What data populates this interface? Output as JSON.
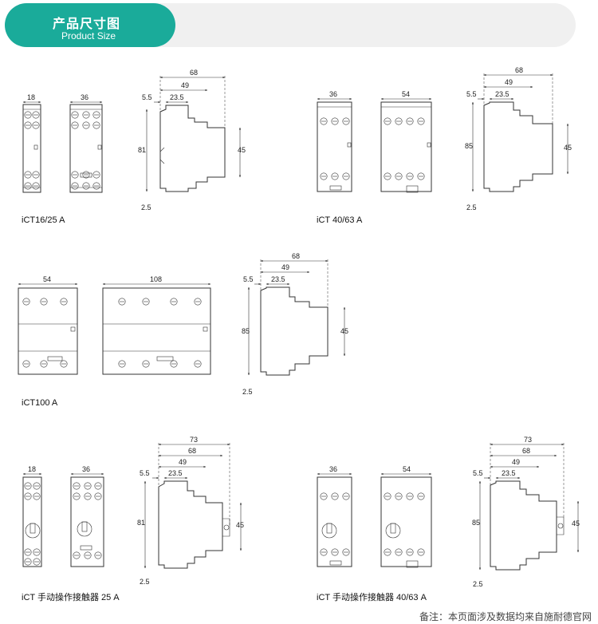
{
  "header": {
    "title": "产品尺寸图",
    "subtitle": "Product Size"
  },
  "products": [
    {
      "label": "iCT16/25 A",
      "front_widths": [
        "18",
        "36"
      ],
      "side_dims": {
        "d68": "68",
        "d49": "49",
        "d23": "23.5",
        "d55": "5.5",
        "h": "81",
        "h45": "45",
        "d25": "2.5"
      }
    },
    {
      "label": "iCT 40/63 A",
      "front_widths": [
        "36",
        "54"
      ],
      "side_dims": {
        "d68": "68",
        "d49": "49",
        "d23": "23.5",
        "d55": "5.5",
        "h": "85",
        "h45": "45",
        "d25": "2.5"
      }
    },
    {
      "label": "iCT100 A",
      "front_widths": [
        "54",
        "108"
      ],
      "side_dims": {
        "d68": "68",
        "d49": "49",
        "d23": "23.5",
        "d55": "5.5",
        "h": "85",
        "h45": "45",
        "d25": "2.5"
      }
    },
    {
      "label": "iCT 手动操作接触器 25 A",
      "front_widths": [
        "18",
        "36"
      ],
      "side_dims": {
        "d73": "73",
        "d68": "68",
        "d49": "49",
        "d23": "23.5",
        "d55": "5.5",
        "h": "81",
        "h45": "45",
        "d25": "2.5"
      }
    },
    {
      "label": "iCT 手动操作接触器 40/63 A",
      "front_widths": [
        "36",
        "54"
      ],
      "side_dims": {
        "d73": "73",
        "d68": "68",
        "d49": "49",
        "d23": "23.5",
        "d55": "5.5",
        "h": "85",
        "h45": "45",
        "d25": "2.5"
      }
    }
  ],
  "footnote": "备注：本页面涉及数据均来自施耐德官网"
}
